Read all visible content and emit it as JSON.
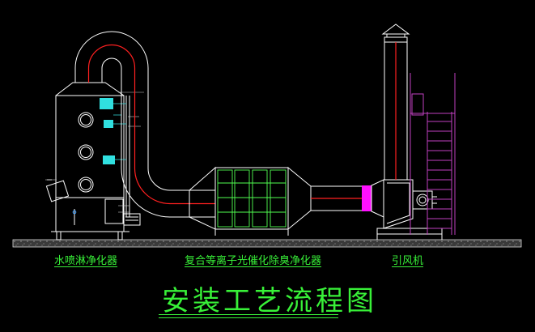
{
  "title": "安装工艺流程图",
  "equipment_labels": {
    "scrubber": "水喷淋净化器",
    "purifier": "复合等离子光催化除臭净化器",
    "fan": "引风机"
  },
  "colors": {
    "background": "#000000",
    "outline": "#ffffff",
    "duct_center": "#ff2020",
    "label": "#38f038",
    "stack_ladder": "#c040c0",
    "flange": "#ff10ff",
    "spray_nozzle": "#30e0e0"
  }
}
